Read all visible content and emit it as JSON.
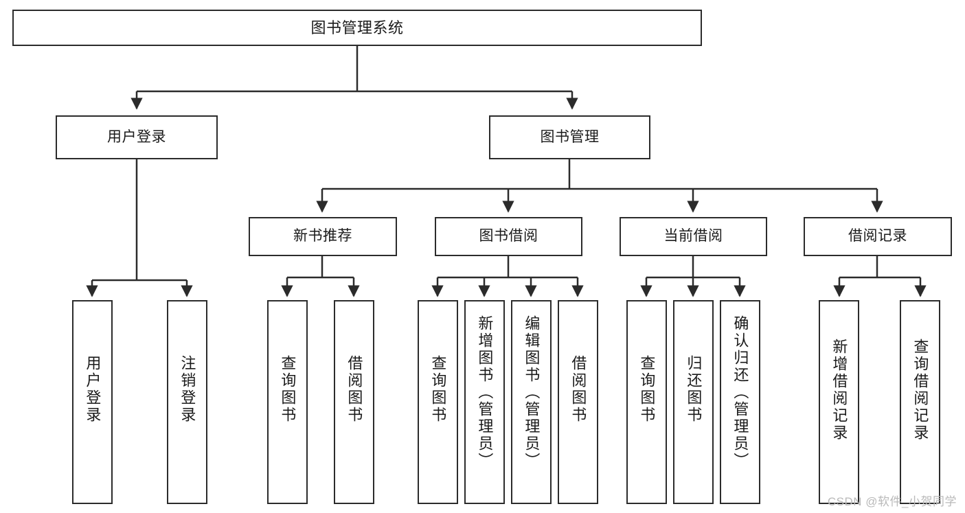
{
  "diagram": {
    "type": "tree",
    "title": "图书管理系统",
    "root": {
      "id": "root",
      "label": "图书管理系统"
    },
    "level2": [
      {
        "id": "user-login",
        "label": "用户登录"
      },
      {
        "id": "book-manage",
        "label": "图书管理"
      }
    ],
    "level3": [
      {
        "id": "new-book-recommend",
        "label": "新书推荐"
      },
      {
        "id": "book-borrow",
        "label": "图书借阅"
      },
      {
        "id": "current-borrow",
        "label": "当前借阅"
      },
      {
        "id": "borrow-record",
        "label": "借阅记录"
      }
    ],
    "leaves": {
      "user_login": [
        {
          "id": "leaf-user-login",
          "label": "用户登录"
        },
        {
          "id": "leaf-logout-login",
          "label": "注销登录"
        }
      ],
      "new_book_recommend": [
        {
          "id": "leaf-query-book-1",
          "label": "查询图书"
        },
        {
          "id": "leaf-borrow-book-1",
          "label": "借阅图书"
        }
      ],
      "book_borrow": [
        {
          "id": "leaf-query-book-2",
          "label": "查询图书"
        },
        {
          "id": "leaf-add-book",
          "label": "新增图书（管理员）"
        },
        {
          "id": "leaf-edit-book",
          "label": "编辑图书（管理员）"
        },
        {
          "id": "leaf-borrow-book-2",
          "label": "借阅图书"
        }
      ],
      "current_borrow": [
        {
          "id": "leaf-query-book-3",
          "label": "查询图书"
        },
        {
          "id": "leaf-return-book",
          "label": "归还图书"
        },
        {
          "id": "leaf-confirm-return",
          "label": "确认归还（管理员）"
        }
      ],
      "borrow_record": [
        {
          "id": "leaf-add-record",
          "label": "新增借阅记录"
        },
        {
          "id": "leaf-query-record",
          "label": "查询借阅记录"
        }
      ]
    },
    "colors": {
      "stroke": "#2b2b2b",
      "fill": "#ffffff",
      "text": "#1a1a1a",
      "watermark": "#b9b9b9"
    }
  },
  "watermark": {
    "text": "CSDN @软件_小贺同学"
  }
}
